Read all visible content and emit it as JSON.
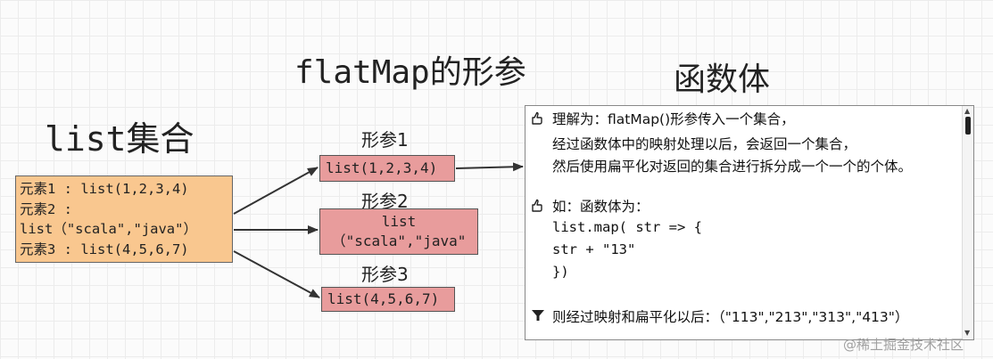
{
  "titles": {
    "flatmap_param": "flatMap的形参",
    "function_body": "函数体",
    "list_collection": "list集合"
  },
  "list_box": {
    "lines": [
      "元素1 : list(1,2,3,4)",
      "元素2 :",
      "list（\"scala\",\"java\"）",
      "元素3 : list(4,5,6,7)"
    ]
  },
  "params": [
    {
      "label": "形参1",
      "value": "list(1,2,3,4)"
    },
    {
      "label": "形参2",
      "value_line1": "list",
      "value_line2": "（\"scala\",\"java\""
    },
    {
      "label": "形参3",
      "value": "list(4,5,6,7)"
    }
  ],
  "function_panel": {
    "understand": {
      "icon": "pointing-hand-icon",
      "line1": "理解为：flatMap()形参传入一个集合，",
      "line2": "经过函数体中的映射处理以后，会返回一个集合，",
      "line3": "然后使用扁平化对返回的集合进行拆分成一个一个的个体。"
    },
    "example": {
      "icon": "pointing-hand-icon",
      "line1": "如：函数体为：",
      "code1": "list.map( str => {",
      "code2": "str + \"13\"",
      "code3": "})"
    },
    "result": {
      "icon": "filter-icon",
      "text": "则经过映射和扁平化以后：（\"113\",\"213\",\"313\",\"413\"）"
    }
  },
  "watermark": "@稀土掘金技术社区",
  "colors": {
    "list_box_fill": "#f9c78f",
    "param_box_fill": "#e89c9c",
    "grid_line": "#ececec"
  }
}
